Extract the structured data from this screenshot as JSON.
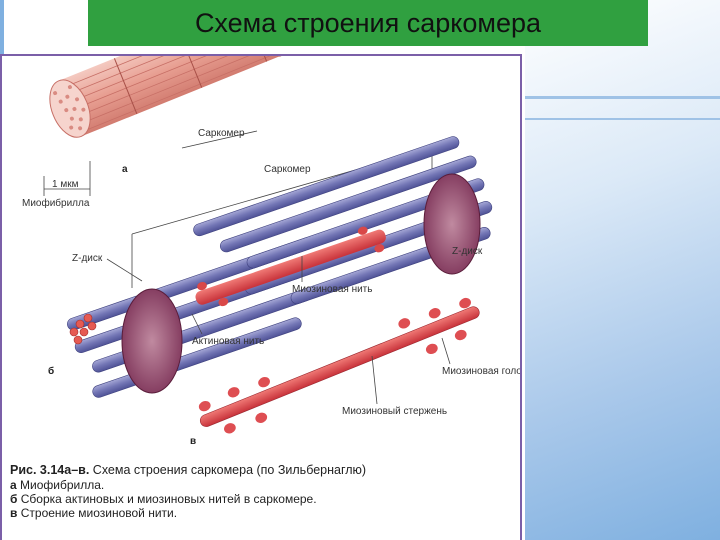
{
  "title": "Схема строения саркомера",
  "figure": {
    "labels": {
      "sarcomere_top": "Саркомер",
      "a": "а",
      "one_mkm": "1 мкм",
      "myofibril": "Миофибрилла",
      "sarcomere_mid": "Саркомер",
      "z_disk_left": "Z-диск",
      "z_disk_right": "Z-диск",
      "myosin_thread": "Миозиновая нить",
      "actin_thread": "Актиновая нить",
      "b": "б",
      "myosin_head": "Миозиновая головка",
      "myosin_rod": "Миозиновый стержень",
      "v": "в"
    },
    "caption": {
      "title_bold": "Рис. 3.14а–в.",
      "title_rest": "Схема строения саркомера (по Зильбернаглю)",
      "items": [
        {
          "letter": "а",
          "text": "Миофибрилла."
        },
        {
          "letter": "б",
          "text": "Сборка актиновых и миозиновых нитей в саркомере."
        },
        {
          "letter": "в",
          "text": "Строение миозиновой нити."
        }
      ]
    }
  }
}
